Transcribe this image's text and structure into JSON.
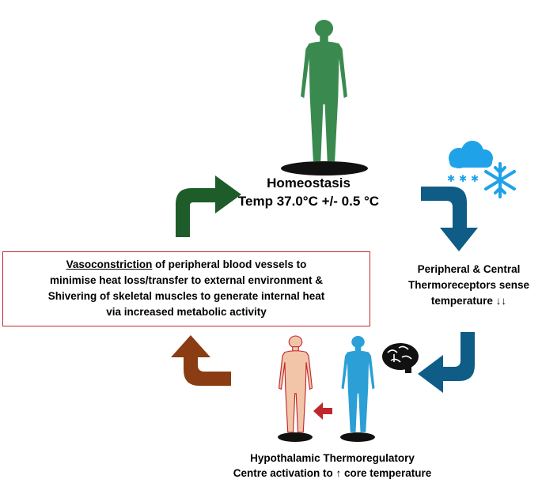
{
  "homeostasis": {
    "title": "Homeostasis",
    "temp": "Temp 37.0°C +/- 0.5 °C"
  },
  "sensing": {
    "line1": "Peripheral  & Central",
    "line2": "Thermoreceptors sense",
    "line3": "temperature ↓↓"
  },
  "hypothalamus": {
    "line1": "Hypothalamic  Thermoregulatory",
    "line2": "Centre activation to ↑ core temperature"
  },
  "response": {
    "keyword": "Vasoconstriction",
    "line1_rest": " of peripheral blood vessels to",
    "line2": "minimise heat loss/transfer to external environment &",
    "line3": "Shivering of skeletal muscles to generate internal heat",
    "line4": "via increased metabolic activity"
  },
  "icons": [
    "green-human-figure-icon",
    "snow-cloud-icon",
    "snowflake-icon",
    "brain-icon",
    "warm-human-figure-icon",
    "cold-human-figure-icon"
  ],
  "colors": {
    "homeostasis_figure": "#3a8a4f",
    "arrow_green": "#1e5d2a",
    "arrow_blue": "#0f5d86",
    "arrow_brown": "#8a3d12",
    "cold_figure": "#2b9fd6",
    "warm_figure": "#f2c4a8",
    "snow": "#1fa2e8",
    "box_border": "#c0272d"
  }
}
